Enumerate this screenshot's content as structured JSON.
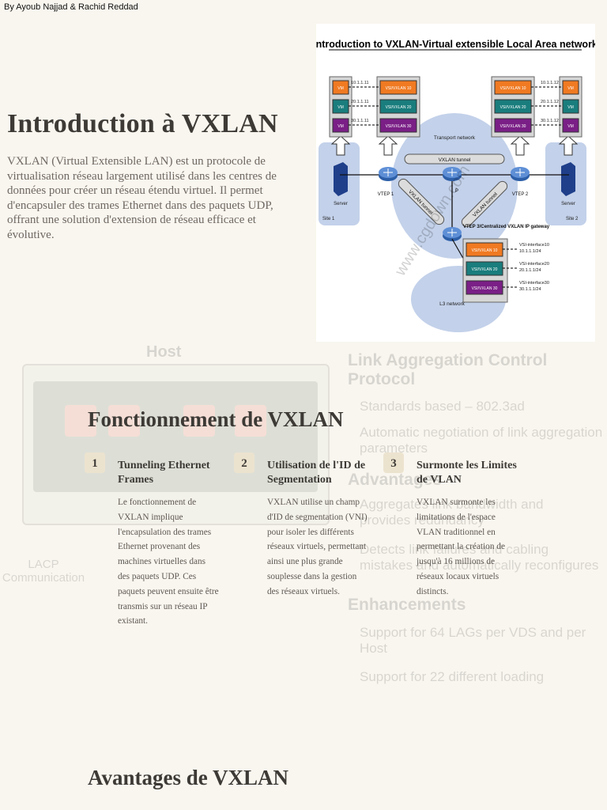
{
  "byline": "By Ayoub Najjad & Rachid Reddad",
  "title": "Introduction à VXLAN",
  "intro": "VXLAN (Virtual Extensible LAN) est un protocole de virtualisation réseau largement utilisé dans les centres de données pour créer un réseau étendu virtuel. Il permet d'encapsuler des trames Ethernet dans des paquets UDP, offrant une solution d'extension de réseau efficace et évolutive.",
  "diagram": {
    "title": "Introduction to VXLAN-Virtual extensible Local Area network",
    "site1_label": "Site 1",
    "site2_label": "Site 2",
    "server_label": "Server",
    "vm_label": "VM",
    "transport_label": "Transport network",
    "vtep1": "VTEP 1",
    "vtep2": "VTEP 2",
    "vtep3": "VTEP 3/Centralized VXLAN IP gateway",
    "p_label": "P",
    "tunnel": "VXLAN tunnel",
    "l3_network": "L3 network",
    "watermark": "www.cgdown.com",
    "left_vsi": [
      "VSI/VXLAN 10",
      "VSI/VXLAN 20",
      "VSI/VXLAN 30"
    ],
    "left_ips": [
      "10.1.1.11",
      "20.1.1.11",
      "30.1.1.11"
    ],
    "right_vsi": [
      "VSI/VXLAN 10",
      "VSI/VXLAN 20",
      "VSI/VXLAN 30"
    ],
    "right_ips": [
      "10.1.1.12",
      "20.1.1.12",
      "30.1.1.12"
    ],
    "gw_vsi": [
      "VSI/VXLAN 10",
      "VSI/VXLAN 20",
      "VSI/VXLAN 30"
    ],
    "gw_if": [
      "VSI-interface10",
      "VSI-interface20",
      "VSI-interface30"
    ],
    "gw_ip": [
      "10.1.1.1/24",
      "20.1.1.1/24",
      "30.1.1.1/24"
    ],
    "colors": {
      "vxlan10": "#f07a22",
      "vxlan20": "#1a7d7d",
      "vxlan30": "#7a1f86",
      "cloud": "#c3d1ea",
      "router": "#2d5fa8"
    }
  },
  "ghost": {
    "host": "Host",
    "lacp": "LACP Communication",
    "bullets": [
      "Link Aggregation Control Protocol",
      "Standards based – 802.3ad",
      "Automatic negotiation of link aggregation parameters",
      "Advantages",
      "Aggregates link bandwidth and provides redundancy",
      "Detects link failures and cabling mistakes and automatically reconfigures",
      "Enhancements",
      "Support for 64 LAGs per VDS and per Host",
      "Support for 22 different loading"
    ]
  },
  "section1": {
    "title": "Fonctionnement de VXLAN",
    "cards": [
      {
        "num": "1",
        "title": "Tunneling Ethernet Frames",
        "body": "Le fonctionnement de VXLAN implique l'encapsulation des trames Ethernet provenant des machines virtuelles dans des paquets UDP. Ces paquets peuvent ensuite être transmis sur un réseau IP existant."
      },
      {
        "num": "2",
        "title": "Utilisation de l'ID de Segmentation",
        "body": "VXLAN utilise un champ d'ID de segmentation (VNI) pour isoler les différents réseaux virtuels, permettant ainsi une plus grande souplesse dans la gestion des réseaux virtuels."
      },
      {
        "num": "3",
        "title": "Surmonte les Limites de VLAN",
        "body": "VXLAN surmonte les limitations de l'espace VLAN traditionnel en permettant la création de jusqu'à 16 millions de réseaux locaux virtuels distincts."
      }
    ]
  },
  "section2": {
    "title": "Avantages de VXLAN"
  }
}
